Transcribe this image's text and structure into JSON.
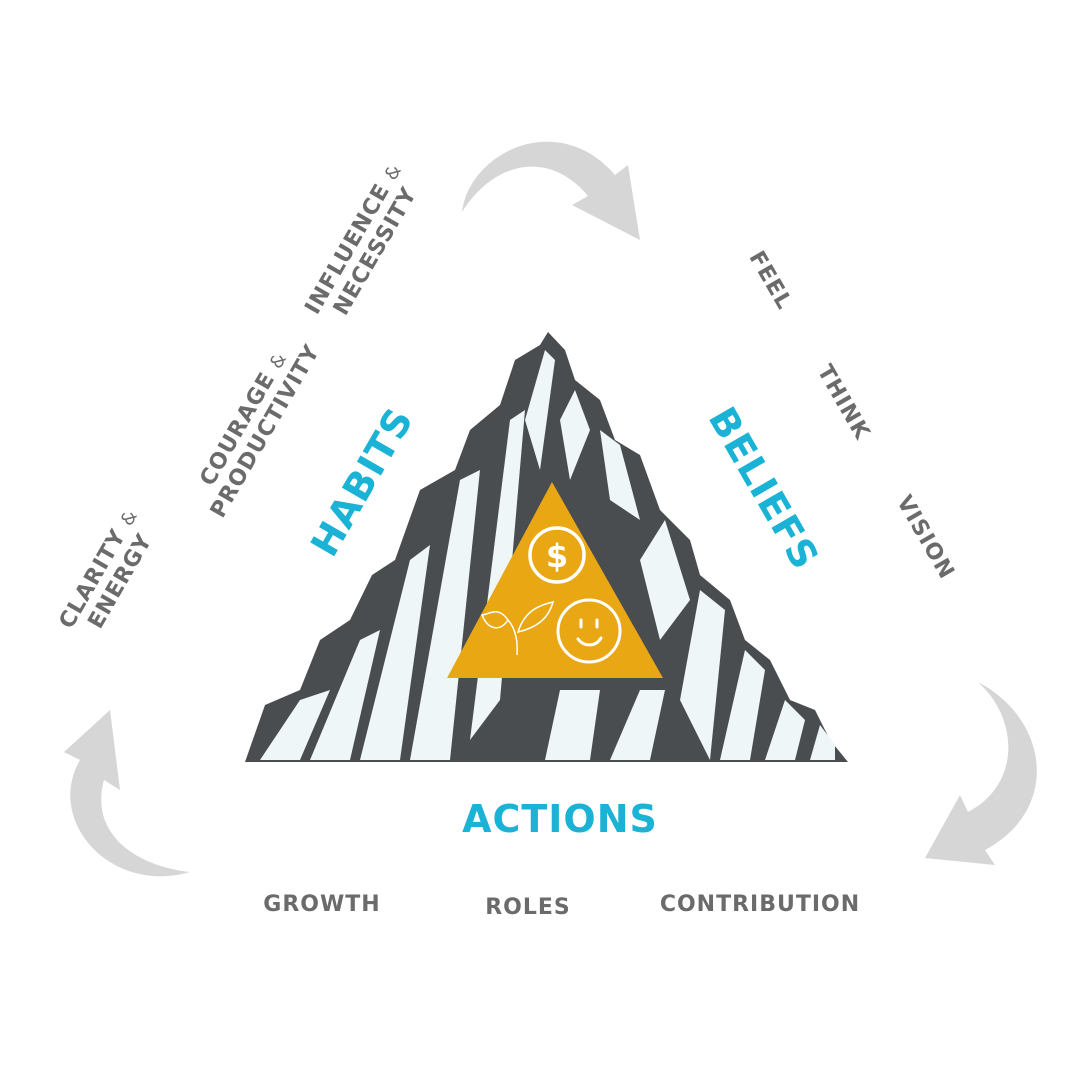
{
  "colors": {
    "accent": "#1ab3d6",
    "text_gray": "#6b6b6b",
    "triangle": "#e8a713",
    "arrow": "#d6d6d6",
    "mountain_dark": "#4a4d4f",
    "mountain_light": "#eef6f7"
  },
  "left_labels": [
    {
      "line1": "INFLUENCE",
      "amp": "&",
      "line2": "NECESSITY"
    },
    {
      "line1": "COURAGE",
      "amp": "&",
      "line2": "PRODUCTIVITY"
    },
    {
      "line1": "CLARITY",
      "amp": "&",
      "line2": "ENERGY"
    }
  ],
  "right_labels": [
    "FEEL",
    "THINK",
    "VISION"
  ],
  "bottom_labels": [
    "GROWTH",
    "ROLES",
    "CONTRIBUTION"
  ],
  "sides": {
    "left": "HABITS",
    "right": "BELIEFS",
    "bottom": "ACTIONS"
  },
  "icons": [
    "dollar-coin-icon",
    "sprout-icon",
    "smiley-icon"
  ]
}
